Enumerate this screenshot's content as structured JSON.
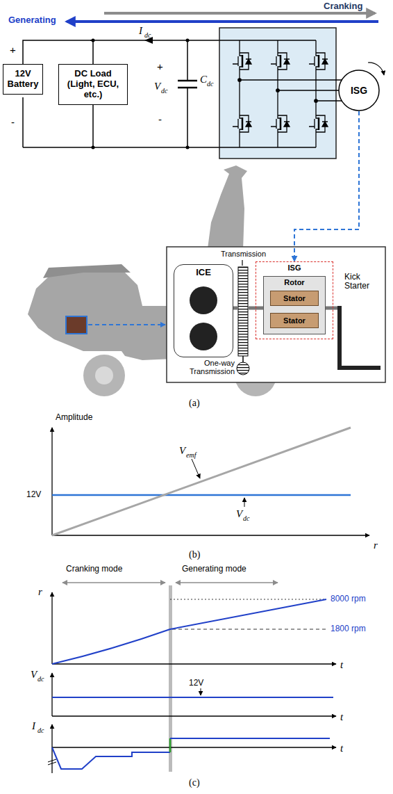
{
  "diagram": {
    "nodes": [
      {
        "text": [
          "12V Battery"
        ]
      },
      {
        "text": [
          "DC Load (Light, ECU, etc.)"
        ]
      },
      {
        "text": [
          "ISG"
        ]
      },
      {
        "text": [
          "ICE"
        ]
      },
      {
        "text": [
          "ISG"
        ]
      },
      {
        "text": [
          "Rotor"
        ],
        "in": 4
      },
      {
        "text": [
          "Stator"
        ],
        "in": 5
      },
      {
        "text": [
          "Stator"
        ],
        "in": 5
      }
    ],
    "edges": [
      {
        "from": 0,
        "to": 1,
        "arrow": "none"
      },
      {
        "from": 2,
        "to": 4,
        "arrow": "to"
      }
    ],
    "labels": [
      "Cranking",
      "Generating",
      "+",
      "-",
      "I",
      "dc",
      "V",
      "dc",
      "+",
      "-",
      "C",
      "dc",
      "Transmission",
      "Kick Starter",
      "One-way Transmission",
      "(a)",
      "Amplitude",
      "V",
      "emf",
      "V",
      "dc",
      "12V",
      "r",
      "(b)",
      "Cranking mode",
      "Generating mode",
      "r",
      "8000 rpm",
      "1800 rpm",
      "t",
      "V",
      "dc",
      "12V",
      "t",
      "I",
      "dc",
      "t",
      "(c)"
    ]
  }
}
